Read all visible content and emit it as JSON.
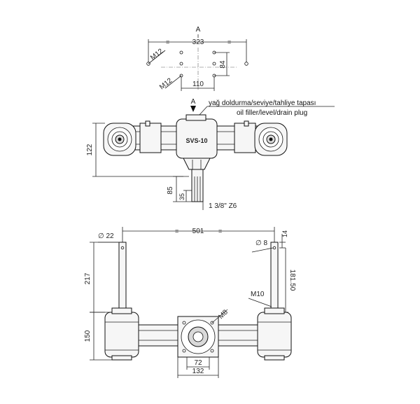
{
  "labels": {
    "view_a_top": "A",
    "view_a_side": "A",
    "oil_note_tr": "yağ doldurma/seviye/tahliye tapası",
    "oil_note_en": "oil filler/level/drain plug",
    "brand": "SVS-10"
  },
  "top_view": {
    "dim_width": "323",
    "dim_height": "84",
    "dim_bottom": "110",
    "thread_upper": "M12",
    "thread_lower": "M12"
  },
  "side_view": {
    "dim_height": "122",
    "dim_shaft": "85",
    "dim_shaft_end": "35",
    "spline": "1 3/8\" Z6"
  },
  "front_view": {
    "dim_span": "501",
    "dia_left": "∅ 22",
    "dia_right": "∅ 8",
    "dim_top_right": "14",
    "dim_left_height": "217",
    "dim_right_height": "181.50",
    "thread_right": "M10",
    "thread_center": "M8",
    "dim_base": "150",
    "dim_inner": "72",
    "dim_outer": "132"
  }
}
